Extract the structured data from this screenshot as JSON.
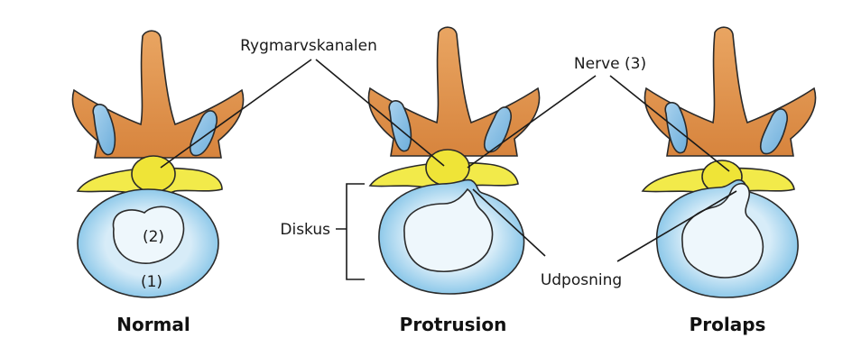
{
  "labels": {
    "spinal_canal": "Rygmarvskanalen",
    "nerve": "Nerve (3)",
    "disc": "Diskus",
    "bulge": "Udposning",
    "nucleus": "(2)",
    "annulus": "(1)"
  },
  "captions": {
    "normal": "Normal",
    "protrusion": "Protrusion",
    "prolapse": "Prolaps"
  },
  "colors": {
    "bone": "#e49a55",
    "bone_dark": "#c9772f",
    "cord": "#f2ea4a",
    "cord_dark": "#d8cc22",
    "disc_ring": "#a8d5ee",
    "disc_ring_dark": "#5fb2e0",
    "nucleus": "#eef7fc",
    "facet": "#93c4e6"
  }
}
